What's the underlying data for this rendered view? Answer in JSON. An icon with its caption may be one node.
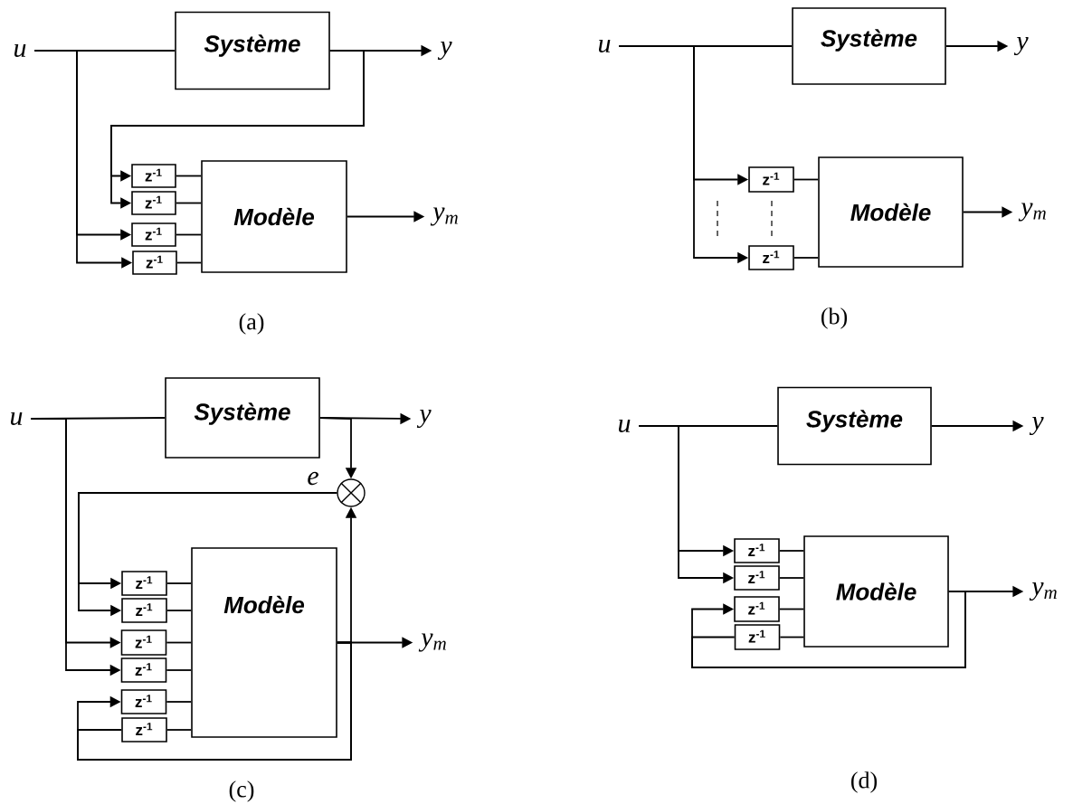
{
  "diagram": {
    "nodes": [
      {
        "text": [
          "u"
        ]
      },
      {
        "text": [
          "Système"
        ]
      },
      {
        "text": [
          "y"
        ]
      },
      {
        "text": [
          "z$^{-1}$"
        ]
      },
      {
        "text": [
          "z$^{-1}$"
        ]
      },
      {
        "text": [
          "z$^{-1}$"
        ]
      },
      {
        "text": [
          "z$^{-1}$"
        ]
      },
      {
        "text": [
          "Modèle"
        ]
      },
      {
        "text": [
          "y$_{m}$"
        ]
      },
      {
        "text": [
          "u"
        ]
      },
      {
        "text": [
          "Système"
        ]
      },
      {
        "text": [
          "y"
        ]
      },
      {
        "text": [
          "z$^{-1}$"
        ]
      },
      {
        "text": [
          "z$^{-1}$"
        ]
      },
      {
        "text": [
          "Modèle"
        ]
      },
      {
        "text": [
          "y$_{m}$"
        ]
      },
      {
        "text": [
          "u"
        ]
      },
      {
        "text": [
          "Système"
        ]
      },
      {
        "text": [
          "y"
        ]
      },
      {
        "text": [],
        "shape": "circle"
      },
      {
        "text": [
          "z$^{-1}$"
        ]
      },
      {
        "text": [
          "z$^{-1}$"
        ]
      },
      {
        "text": [
          "z$^{-1}$"
        ]
      },
      {
        "text": [
          "z$^{-1}$"
        ]
      },
      {
        "text": [
          "z$^{-1}$"
        ]
      },
      {
        "text": [
          "z$^{-1}$"
        ]
      },
      {
        "text": [
          "Modèle"
        ]
      },
      {
        "text": [
          "y$_{m}$"
        ]
      },
      {
        "text": [
          "u"
        ]
      },
      {
        "text": [
          "Système"
        ]
      },
      {
        "text": [
          "y"
        ]
      },
      {
        "text": [
          "z$^{-1}$"
        ]
      },
      {
        "text": [
          "z$^{-1}$"
        ]
      },
      {
        "text": [
          "z$^{-1}$"
        ]
      },
      {
        "text": [
          "z$^{-1}$"
        ]
      },
      {
        "text": [
          "Modèle"
        ]
      },
      {
        "text": [
          "y$_{m}$"
        ]
      }
    ],
    "edges": [
      {
        "from": 0,
        "to": 1,
        "arrow": "none"
      },
      {
        "from": 1,
        "to": 2,
        "arrow": "to"
      },
      {
        "from": 1,
        "to": 3,
        "arrow": "to"
      },
      {
        "from": 1,
        "to": 4,
        "arrow": "to"
      },
      {
        "from": 0,
        "to": 5,
        "arrow": "to"
      },
      {
        "from": 0,
        "to": 6,
        "arrow": "to"
      },
      {
        "from": 3,
        "to": 7,
        "arrow": "none"
      },
      {
        "from": 4,
        "to": 7,
        "arrow": "none"
      },
      {
        "from": 5,
        "to": 7,
        "arrow": "none"
      },
      {
        "from": 6,
        "to": 7,
        "arrow": "none"
      },
      {
        "from": 7,
        "to": 8,
        "arrow": "to"
      },
      {
        "from": 9,
        "to": 10,
        "arrow": "none"
      },
      {
        "from": 10,
        "to": 11,
        "arrow": "to"
      },
      {
        "from": 9,
        "to": 12,
        "arrow": "to"
      },
      {
        "from": 9,
        "to": 13,
        "arrow": "to"
      },
      {
        "from": 12,
        "to": 14,
        "arrow": "none"
      },
      {
        "from": 13,
        "to": 14,
        "arrow": "none"
      },
      {
        "from": 14,
        "to": 15,
        "arrow": "to"
      },
      {
        "from": 16,
        "to": 17,
        "arrow": "none"
      },
      {
        "from": 17,
        "to": 18,
        "arrow": "to"
      },
      {
        "from": 17,
        "to": 19,
        "arrow": "to"
      },
      {
        "from": 19,
        "to": 20,
        "arrow": "to",
        "label": "e"
      },
      {
        "from": 19,
        "to": 21,
        "arrow": "to"
      },
      {
        "from": 16,
        "to": 22,
        "arrow": "to"
      },
      {
        "from": 16,
        "to": 23,
        "arrow": "to"
      },
      {
        "from": 20,
        "to": 26,
        "arrow": "none"
      },
      {
        "from": 21,
        "to": 26,
        "arrow": "none"
      },
      {
        "from": 22,
        "to": 26,
        "arrow": "none"
      },
      {
        "from": 23,
        "to": 26,
        "arrow": "none"
      },
      {
        "from": 24,
        "to": 26,
        "arrow": "none"
      },
      {
        "from": 25,
        "to": 26,
        "arrow": "none"
      },
      {
        "from": 26,
        "to": 27,
        "arrow": "to"
      },
      {
        "from": 26,
        "to": 19,
        "arrow": "to"
      },
      {
        "from": 26,
        "to": 24,
        "arrow": "to"
      },
      {
        "from": 26,
        "to": 25,
        "arrow": "none"
      },
      {
        "from": 28,
        "to": 29,
        "arrow": "none"
      },
      {
        "from": 29,
        "to": 30,
        "arrow": "to"
      },
      {
        "from": 28,
        "to": 31,
        "arrow": "to"
      },
      {
        "from": 28,
        "to": 32,
        "arrow": "to"
      },
      {
        "from": 31,
        "to": 35,
        "arrow": "none"
      },
      {
        "from": 32,
        "to": 35,
        "arrow": "none"
      },
      {
        "from": 33,
        "to": 35,
        "arrow": "none"
      },
      {
        "from": 34,
        "to": 35,
        "arrow": "none"
      },
      {
        "from": 35,
        "to": 36,
        "arrow": "to"
      },
      {
        "from": 35,
        "to": 33,
        "arrow": "to"
      },
      {
        "from": 35,
        "to": 34,
        "arrow": "none"
      }
    ],
    "labels": [
      "(a)",
      "(b)",
      "(c)",
      "(d)"
    ]
  }
}
